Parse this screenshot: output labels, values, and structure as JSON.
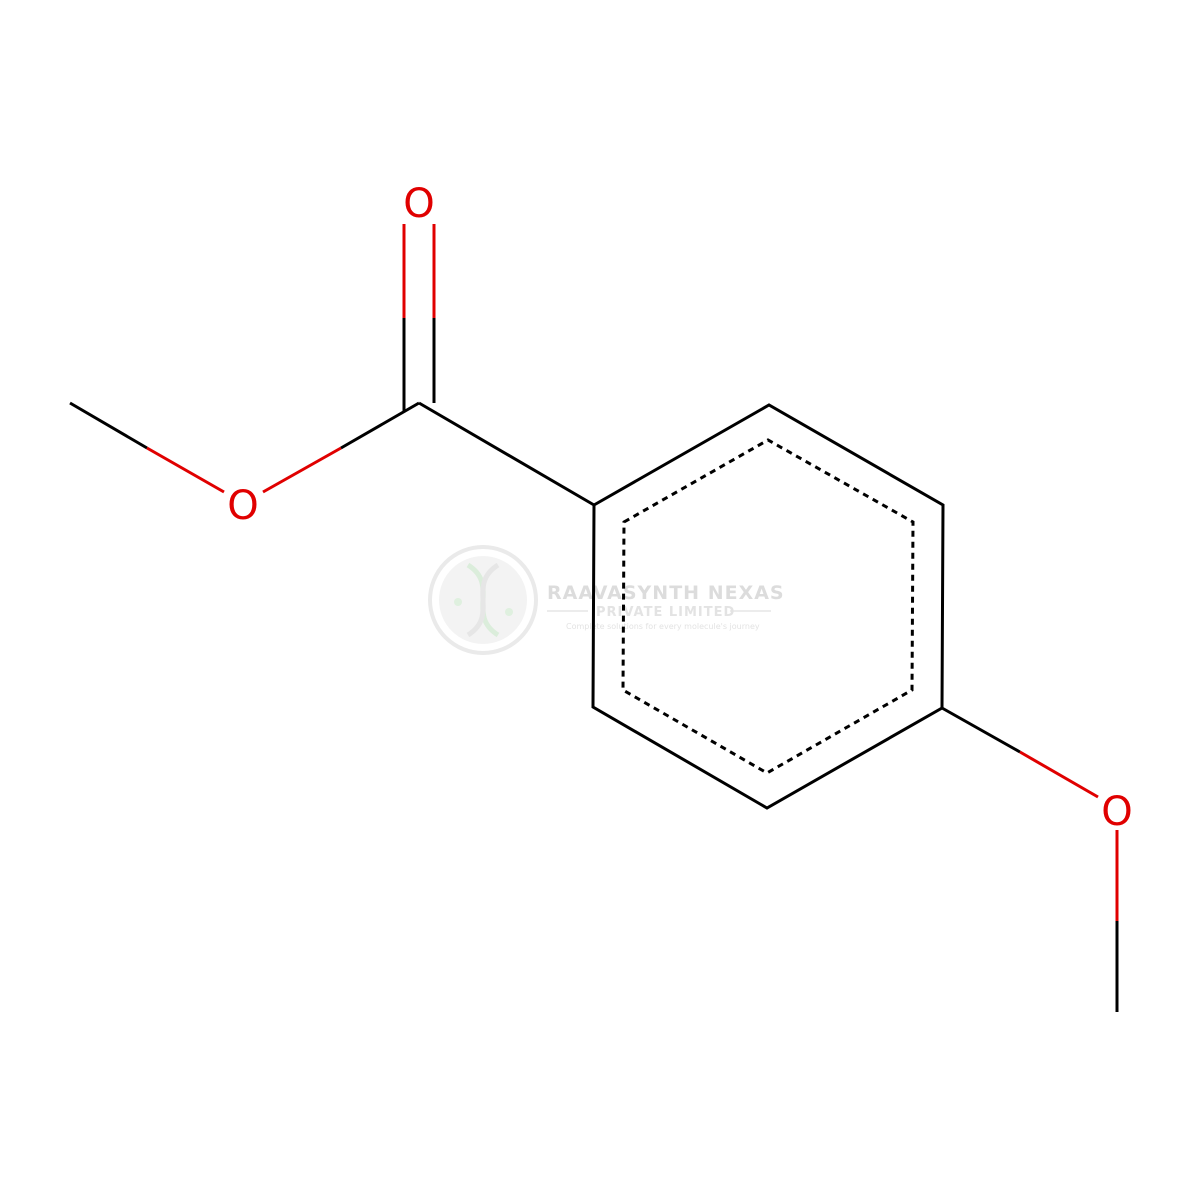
{
  "molecule": {
    "atoms": {
      "carbonyl_oxygen": "O",
      "ester_oxygen": "O",
      "methoxy_oxygen": "O"
    },
    "colors": {
      "bond": "#000000",
      "oxygen": "#e00000"
    }
  },
  "watermark": {
    "title": "RAAVASYNTH NEXAS",
    "subtitle": "PRIVATE LIMITED",
    "tagline": "Complete solutions for every molecule's journey",
    "logo_icon": "dna-helix-logo-icon"
  }
}
